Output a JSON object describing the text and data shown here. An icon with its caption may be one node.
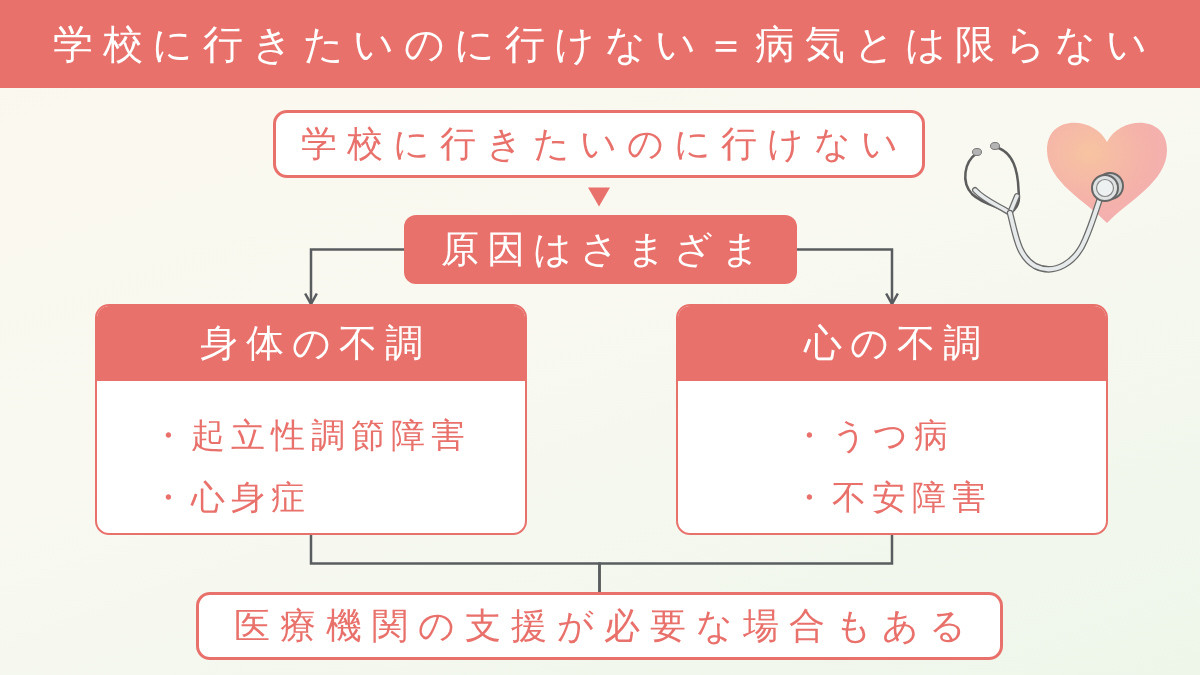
{
  "diagram": {
    "title": "学校に行きたいのに行けない＝病気とは限らない",
    "nodes": [
      {
        "text": [
          "学校に行きたいのに行けない"
        ]
      },
      {
        "text": [
          "原因はさまざま"
        ]
      },
      {
        "text": [
          "身体の不調",
          "・起立性調節障害",
          "・心身症"
        ]
      },
      {
        "text": [
          "心の不調",
          "・うつ病",
          "・不安障害"
        ]
      },
      {
        "text": [
          "医療機関の支援が必要な場合もある"
        ]
      }
    ],
    "edges": [
      {
        "from": 0,
        "to": 1,
        "arrow": "to",
        "color": "#e9716c"
      },
      {
        "from": 1,
        "to": 2,
        "arrow": "to"
      },
      {
        "from": 1,
        "to": 3,
        "arrow": "to"
      },
      {
        "from": 2,
        "to": 4,
        "arrow": "none"
      },
      {
        "from": 3,
        "to": 4,
        "arrow": "none"
      }
    ]
  }
}
